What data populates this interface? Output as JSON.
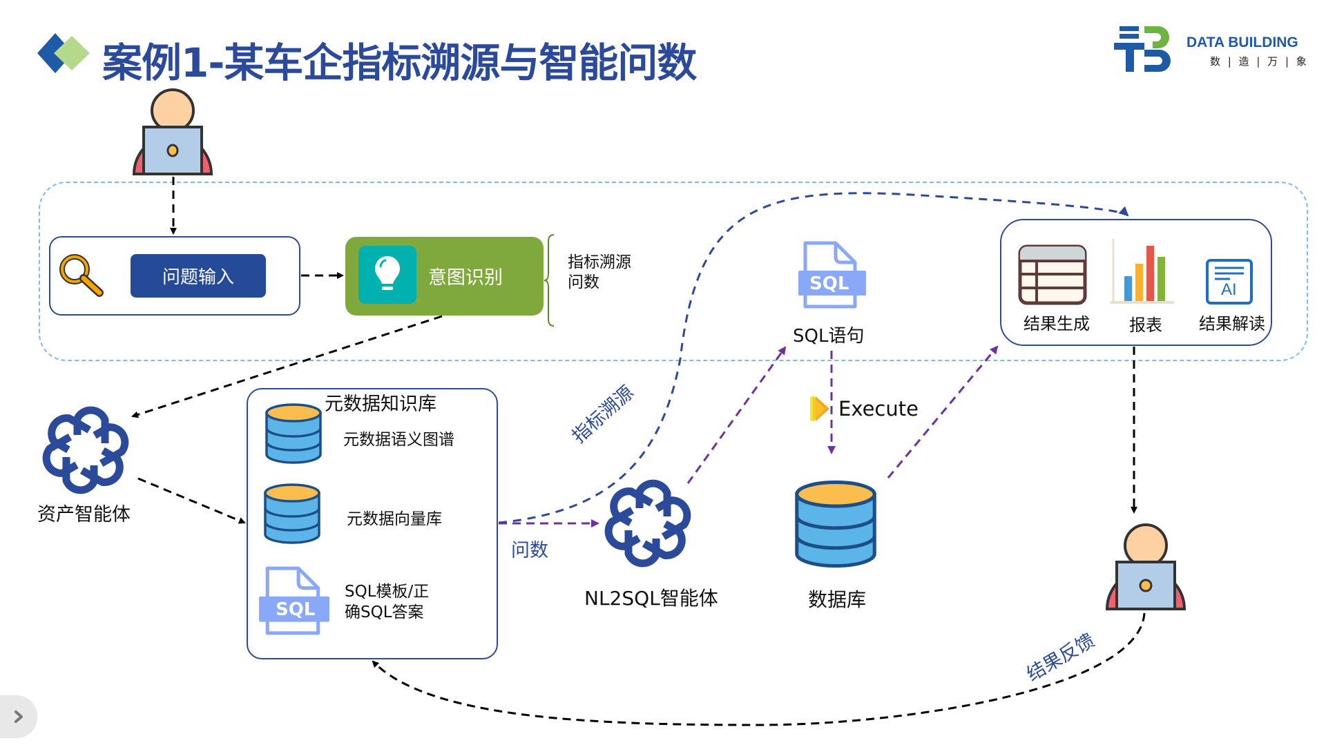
{
  "header": {
    "title": "案例1-某车企指标溯源与智能问数",
    "logo": {
      "name_en": "DATA BUILDING",
      "name_cn": "数 | 造 | 万 | 象"
    }
  },
  "colors": {
    "title_blue": "#2b4a9a",
    "intent_green": "#7fa93c",
    "bulb_teal": "#00b1b0",
    "flow_purple": "#7030a0",
    "container_dashed": "#7fb9f2"
  },
  "pipeline": {
    "question_input": "问题输入",
    "intent_recognition": "意图识别",
    "intent_types": [
      "指标溯源",
      "问数"
    ]
  },
  "asset_agent": {
    "label": "资产智能体"
  },
  "knowledge_base": {
    "title": "元数据知识库",
    "items": [
      {
        "icon": "database-icon",
        "label": "元数据语义图谱"
      },
      {
        "icon": "database-icon",
        "label": "元数据向量库"
      },
      {
        "icon": "sql-file-icon",
        "label_line1": "SQL模板/正",
        "label_line2": "确SQL答案"
      }
    ]
  },
  "flows": {
    "metric_trace": "指标溯源",
    "ask_data": "问数",
    "execute": "Execute",
    "result_feedback": "结果反馈"
  },
  "nl2sql_agent": {
    "label": "NL2SQL智能体"
  },
  "sql_statement": {
    "icon_text": "SQL",
    "label": "SQL语句"
  },
  "database": {
    "label": "数据库"
  },
  "results": {
    "items": [
      {
        "icon": "table-icon",
        "label": "结果生成"
      },
      {
        "icon": "bar-chart-icon",
        "label": "报表"
      },
      {
        "icon": "ai-doc-icon",
        "label": "结果解读",
        "icon_text": "AI"
      }
    ]
  },
  "sidebar_toggle": {
    "icon": "chevron-right-icon"
  }
}
